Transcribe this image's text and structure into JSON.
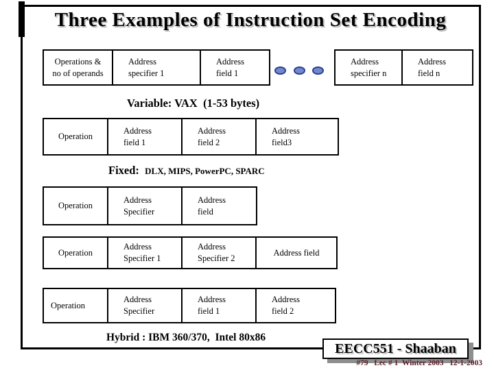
{
  "slide": {
    "title": "Three Examples of Instruction Set Encoding",
    "rows": [
      {
        "boxes": [
          "Operations &\nno of operands",
          "Address\nspecifier 1",
          "Address\nfield 1",
          "Address\nspecifier n",
          "Address\nfield n"
        ]
      },
      {
        "boxes": [
          "Operation",
          "Address\nfield 1",
          "Address\nfield 2",
          "Address\nfield3"
        ]
      },
      {
        "boxes": [
          "Operation",
          "Address\nSpecifier",
          "Address\nfield"
        ]
      },
      {
        "boxes": [
          "Operation",
          "Address\nSpecifier 1",
          "Address\nSpecifier 2",
          "Address field"
        ]
      },
      {
        "boxes": [
          "Operation",
          "Address\nSpecifier",
          "Address\nfield 1",
          "Address\nfield 2"
        ]
      }
    ],
    "captions": {
      "variable": "Variable: VAX  (1-53 bytes)",
      "fixed_label": "Fixed:  ",
      "fixed_systems": "DLX, MIPS, PowerPC, SPARC",
      "hybrid": "Hybrid : IBM 360/370,  Intel 80x86"
    },
    "footer": {
      "course": "EECC551 - Shaaban",
      "lecture_info": "#79   Lec # 1  Winter 2003   12-1-2003"
    },
    "colors": {
      "dot_fill": "#7388cc",
      "dot_edge": "#2a3f8f",
      "shadow_gray": "#8f8f8f",
      "footer_text": "#5e2129"
    }
  }
}
